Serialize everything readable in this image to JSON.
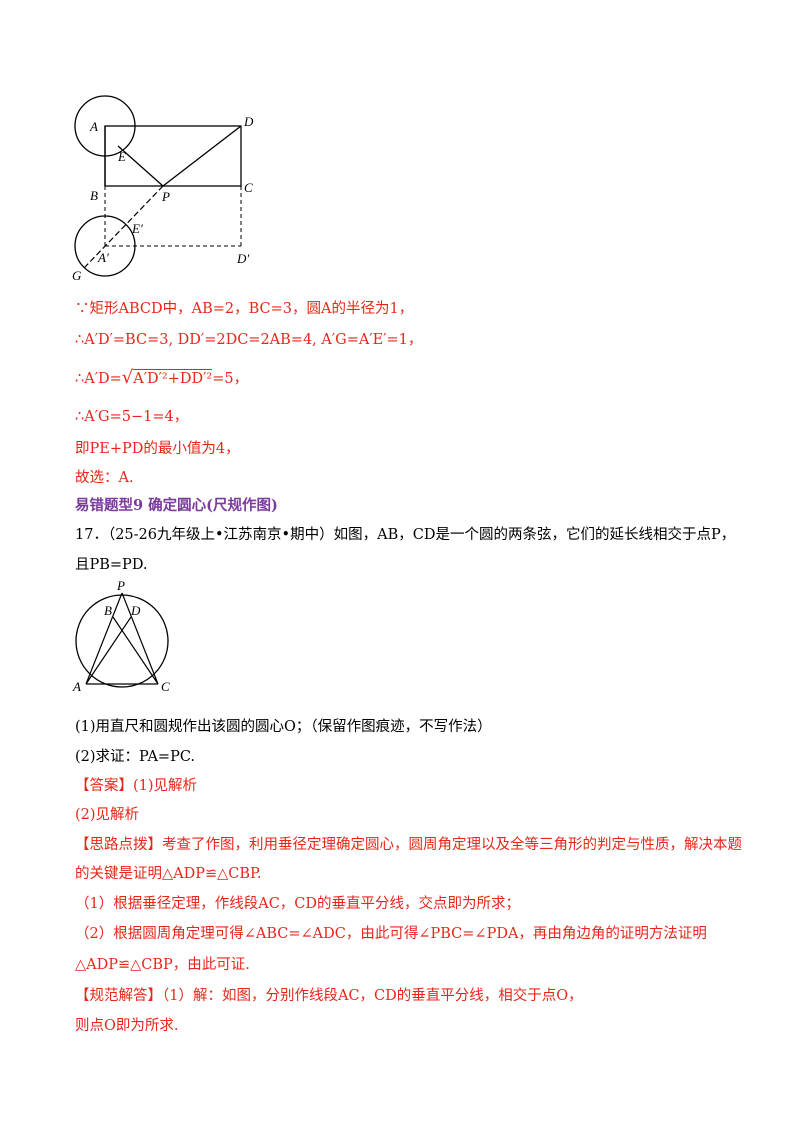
{
  "figure1": {
    "labels": {
      "A": "A",
      "D": "D",
      "E": "E",
      "B": "B",
      "P": "P",
      "C": "C",
      "Eprime": "E′",
      "Aprime": "A′",
      "Dprime": "D′",
      "G": "G"
    }
  },
  "solution": {
    "line1": "∵矩形ABCD中，AB=2，BC=3，圆A的半径为1，",
    "line2": "∴A′D′=BC=3, DD′=2DC=2AB=4, A′G=A′E′=1，",
    "line3_prefix": "∴A′D=",
    "line3_radical": "A′D′²+DD′²",
    "line3_suffix": "=5，",
    "line4": "∴A′G=5−1=4，",
    "line5": "即PE+PD的最小值为4，",
    "line6": "故选：A."
  },
  "section_title": "易错题型9  确定圆心(尺规作图)",
  "problem17": {
    "line1": "17．（25-26九年级上•江苏南京•期中）如图，AB，CD是一个圆的两条弦，它们的延长线相交于点P，",
    "line2": "且PB=PD.",
    "labels": {
      "P": "P",
      "B": "B",
      "D": "D",
      "A": "A",
      "C": "C"
    },
    "q1": "(1)用直尺和圆规作出该圆的圆心O；（保留作图痕迹，不写作法）",
    "q2": "(2)求证：PA=PC."
  },
  "answer": {
    "tag": "【答案】",
    "a1": "(1)见解析",
    "a2": "(2)见解析"
  },
  "hint": {
    "tag": "【思路点拨】",
    "line1": "考查了作图，利用垂径定理确定圆心，圆周角定理以及全等三角形的判定与性质，解决本题",
    "line2": "的关键是证明△ADP≌△CBP.",
    "line3": "（1）根据垂径定理，作线段AC，CD的垂直平分线，交点即为所求；",
    "line4": "（2）根据圆周角定理可得∠ABC=∠ADC，由此可得∠PBC=∠PDA，再由角边角的证明方法证明",
    "line5": "△ADP≌△CBP，由此可证."
  },
  "solution17": {
    "tag": "【规范解答】",
    "line1": "（1）解：如图，分别作线段AC，CD的垂直平分线，相交于点O，",
    "line2": "则点O即为所求."
  }
}
